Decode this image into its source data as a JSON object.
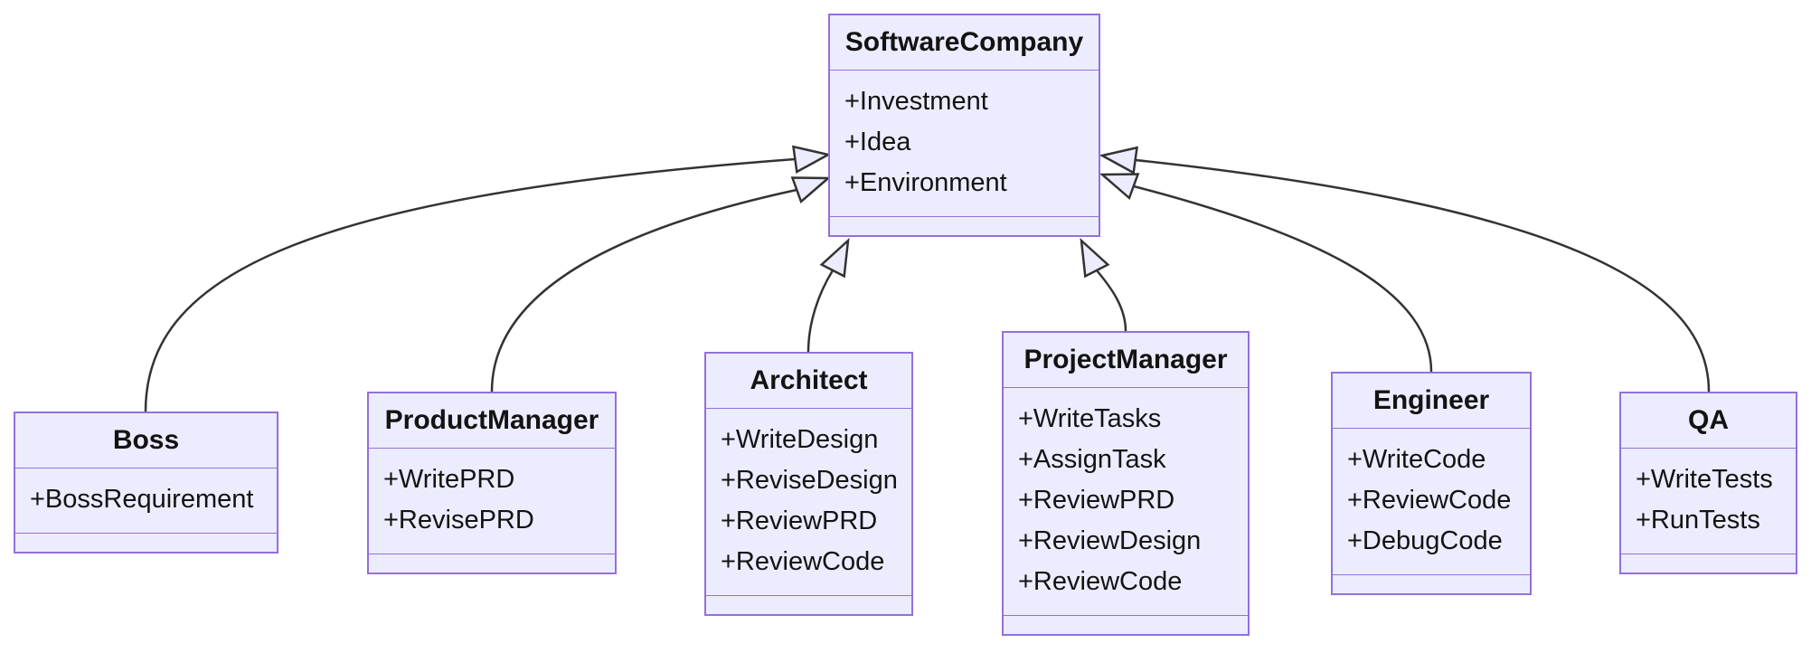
{
  "diagram": {
    "kind": "uml-class-diagram",
    "classes": [
      {
        "id": "softwarecompany",
        "name": "SoftwareCompany",
        "attributes": [
          "+Investment",
          "+Idea",
          "+Environment"
        ],
        "methods": []
      },
      {
        "id": "boss",
        "name": "Boss",
        "attributes": [
          "+BossRequirement"
        ],
        "methods": []
      },
      {
        "id": "productmanager",
        "name": "ProductManager",
        "attributes": [
          "+WritePRD",
          "+RevisePRD"
        ],
        "methods": []
      },
      {
        "id": "architect",
        "name": "Architect",
        "attributes": [
          "+WriteDesign",
          "+ReviseDesign",
          "+ReviewPRD",
          "+ReviewCode"
        ],
        "methods": []
      },
      {
        "id": "projectmanager",
        "name": "ProjectManager",
        "attributes": [
          "+WriteTasks",
          "+AssignTask",
          "+ReviewPRD",
          "+ReviewDesign",
          "+ReviewCode"
        ],
        "methods": []
      },
      {
        "id": "engineer",
        "name": "Engineer",
        "attributes": [
          "+WriteCode",
          "+ReviewCode",
          "+DebugCode"
        ],
        "methods": []
      },
      {
        "id": "qa",
        "name": "QA",
        "attributes": [
          "+WriteTests",
          "+RunTests"
        ],
        "methods": []
      }
    ],
    "relations": [
      {
        "from": "Boss",
        "to": "SoftwareCompany",
        "type": "inheritance"
      },
      {
        "from": "ProductManager",
        "to": "SoftwareCompany",
        "type": "inheritance"
      },
      {
        "from": "Architect",
        "to": "SoftwareCompany",
        "type": "inheritance"
      },
      {
        "from": "ProjectManager",
        "to": "SoftwareCompany",
        "type": "inheritance"
      },
      {
        "from": "Engineer",
        "to": "SoftwareCompany",
        "type": "inheritance"
      },
      {
        "from": "QA",
        "to": "SoftwareCompany",
        "type": "inheritance"
      }
    ],
    "colors": {
      "class_fill": "#ECECFF",
      "class_border": "#9370DB",
      "edge_stroke": "#333333",
      "text": "#131313",
      "background": "#FFFFFF"
    }
  }
}
